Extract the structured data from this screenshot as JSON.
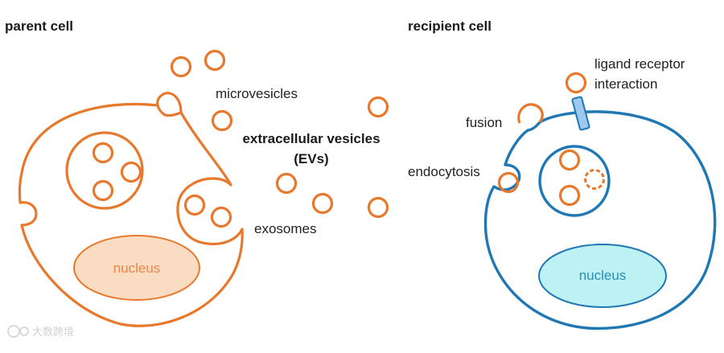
{
  "colors": {
    "parent_stroke": "#e8782c",
    "parent_nucleus_fill": "#f9dcc1",
    "recipient_stroke": "#1f78b4",
    "recipient_nucleus_fill": "#bdf1f4",
    "receptor_fill": "#9ec9ee"
  },
  "labels": {
    "parent_cell": "parent cell",
    "recipient_cell": "recipient cell",
    "microvesicles": "microvesicles",
    "evs_line1": "extracellular vesicles",
    "evs_line2": "(EVs)",
    "exosomes": "exosomes",
    "fusion": "fusion",
    "endocytosis": "endocytosis",
    "ligand_line1": "ligand receptor",
    "ligand_line2": "interaction",
    "parent_nucleus": "nucleus",
    "recipient_nucleus": "nucleus"
  },
  "watermark": {
    "text": "大数跨境"
  }
}
